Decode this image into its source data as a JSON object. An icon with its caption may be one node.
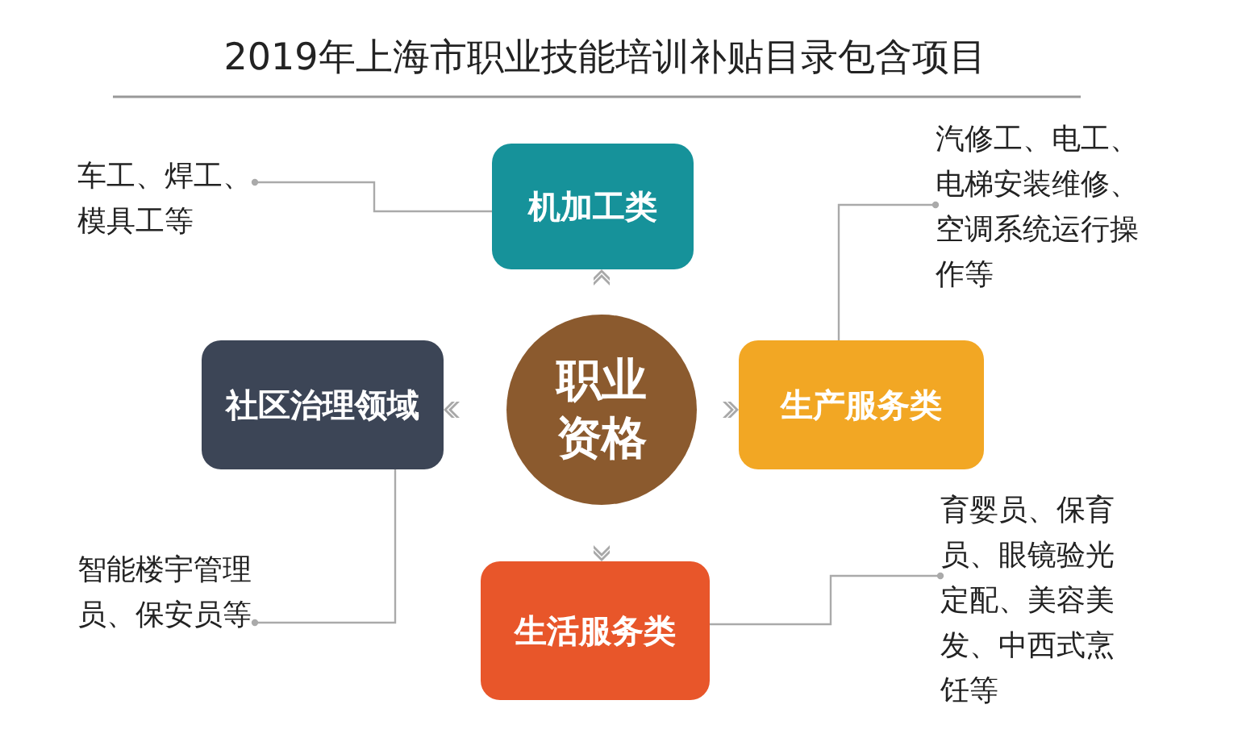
{
  "diagram": {
    "title": "2019年上海市职业技能培训补贴目录包含项目",
    "nodes": [
      {
        "text": [
          "车工、焊工、模具工等"
        ]
      },
      {
        "text": [
          "机加工类"
        ]
      },
      {
        "text": [
          "汽修工、电工、电梯安装维修、空调系统运行操作等"
        ]
      },
      {
        "text": [
          "社区治理领域"
        ]
      },
      {
        "text": [
          "职业资格"
        ]
      },
      {
        "text": [
          "生产服务类"
        ]
      },
      {
        "text": [
          "智能楼宇管理员、保安员等"
        ]
      },
      {
        "text": [
          "生活服务类"
        ]
      },
      {
        "text": [
          "育婴员、保育员、眼镜验光定配、美容美发、中西式烹饪等"
        ]
      }
    ],
    "edges": [
      {
        "from": 4,
        "to": 1,
        "arrow": "to"
      },
      {
        "from": 4,
        "to": 3,
        "arrow": "to"
      },
      {
        "from": 4,
        "to": 5,
        "arrow": "to"
      },
      {
        "from": 4,
        "to": 7,
        "arrow": "to"
      },
      {
        "from": 1,
        "to": 0,
        "arrow": "other"
      },
      {
        "from": 5,
        "to": 2,
        "arrow": "other"
      },
      {
        "from": 3,
        "to": 6,
        "arrow": "other"
      },
      {
        "from": 7,
        "to": 8,
        "arrow": "other"
      }
    ]
  }
}
